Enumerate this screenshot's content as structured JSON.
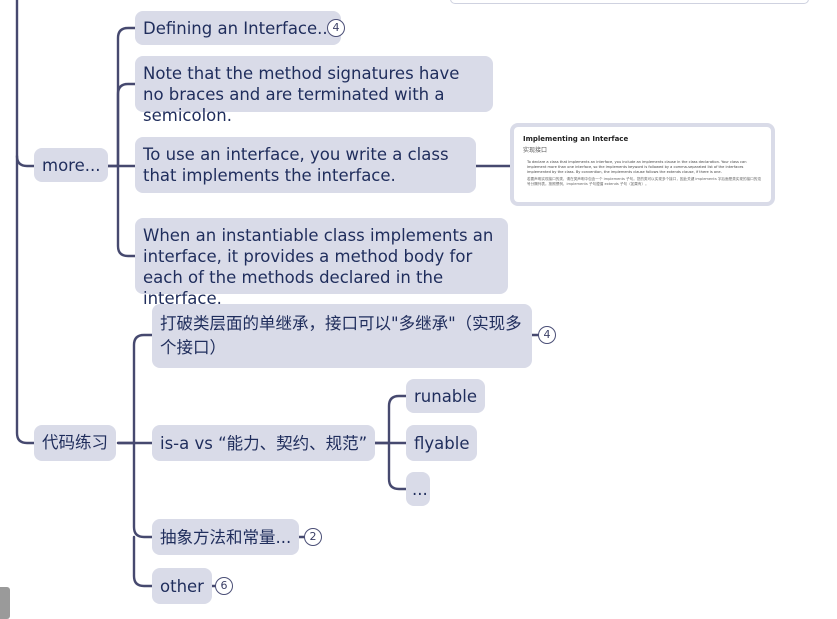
{
  "nodes": {
    "defining": "Defining an Interface...",
    "defining_count": "4",
    "note": "Note that the method signatures have no braces and are terminated with a semicolon.",
    "use": "To use an interface, you write a class that implements the interface.",
    "when": "When an instantiable class implements an interface, it provides a method body for each of the methods declared in the interface.",
    "more": "more...",
    "practice": "代码练习",
    "break": "打破类层面的单继承，接口可以\"多继承\"（实现多个接口）",
    "break_count": "4",
    "isa": "is-a vs “能力、契约、规范”",
    "runable": "runable",
    "flyable": "flyable",
    "ellipsis": "...",
    "abstract": "抽象方法和常量...",
    "abstract_count": "2",
    "other": "other",
    "other_count": "6"
  },
  "image_card": {
    "title": "Implementing an Interface",
    "subtitle": "实现接口",
    "text_en": "To declare a class that implements an interface, you include an implements clause in the class declaration. Your class can implement more than one interface, so the implements keyword is followed by a comma-separated list of the interfaces implemented by the class. By convention, the implements clause follows the extends clause, if there is one.",
    "text_zh": "若要声明实现接口的类，请在类声明中包含一个 implements 子句。您的类可以实现多个接口，因此关键 implements 字后面是类实现的接口的逗号分隔列表。按照惯例，implements 子句遵循 extends 子句（如果有）。"
  },
  "colors": {
    "line": "#46496f",
    "node_bg": "#d9dbe8",
    "text": "#1f2d5c"
  }
}
